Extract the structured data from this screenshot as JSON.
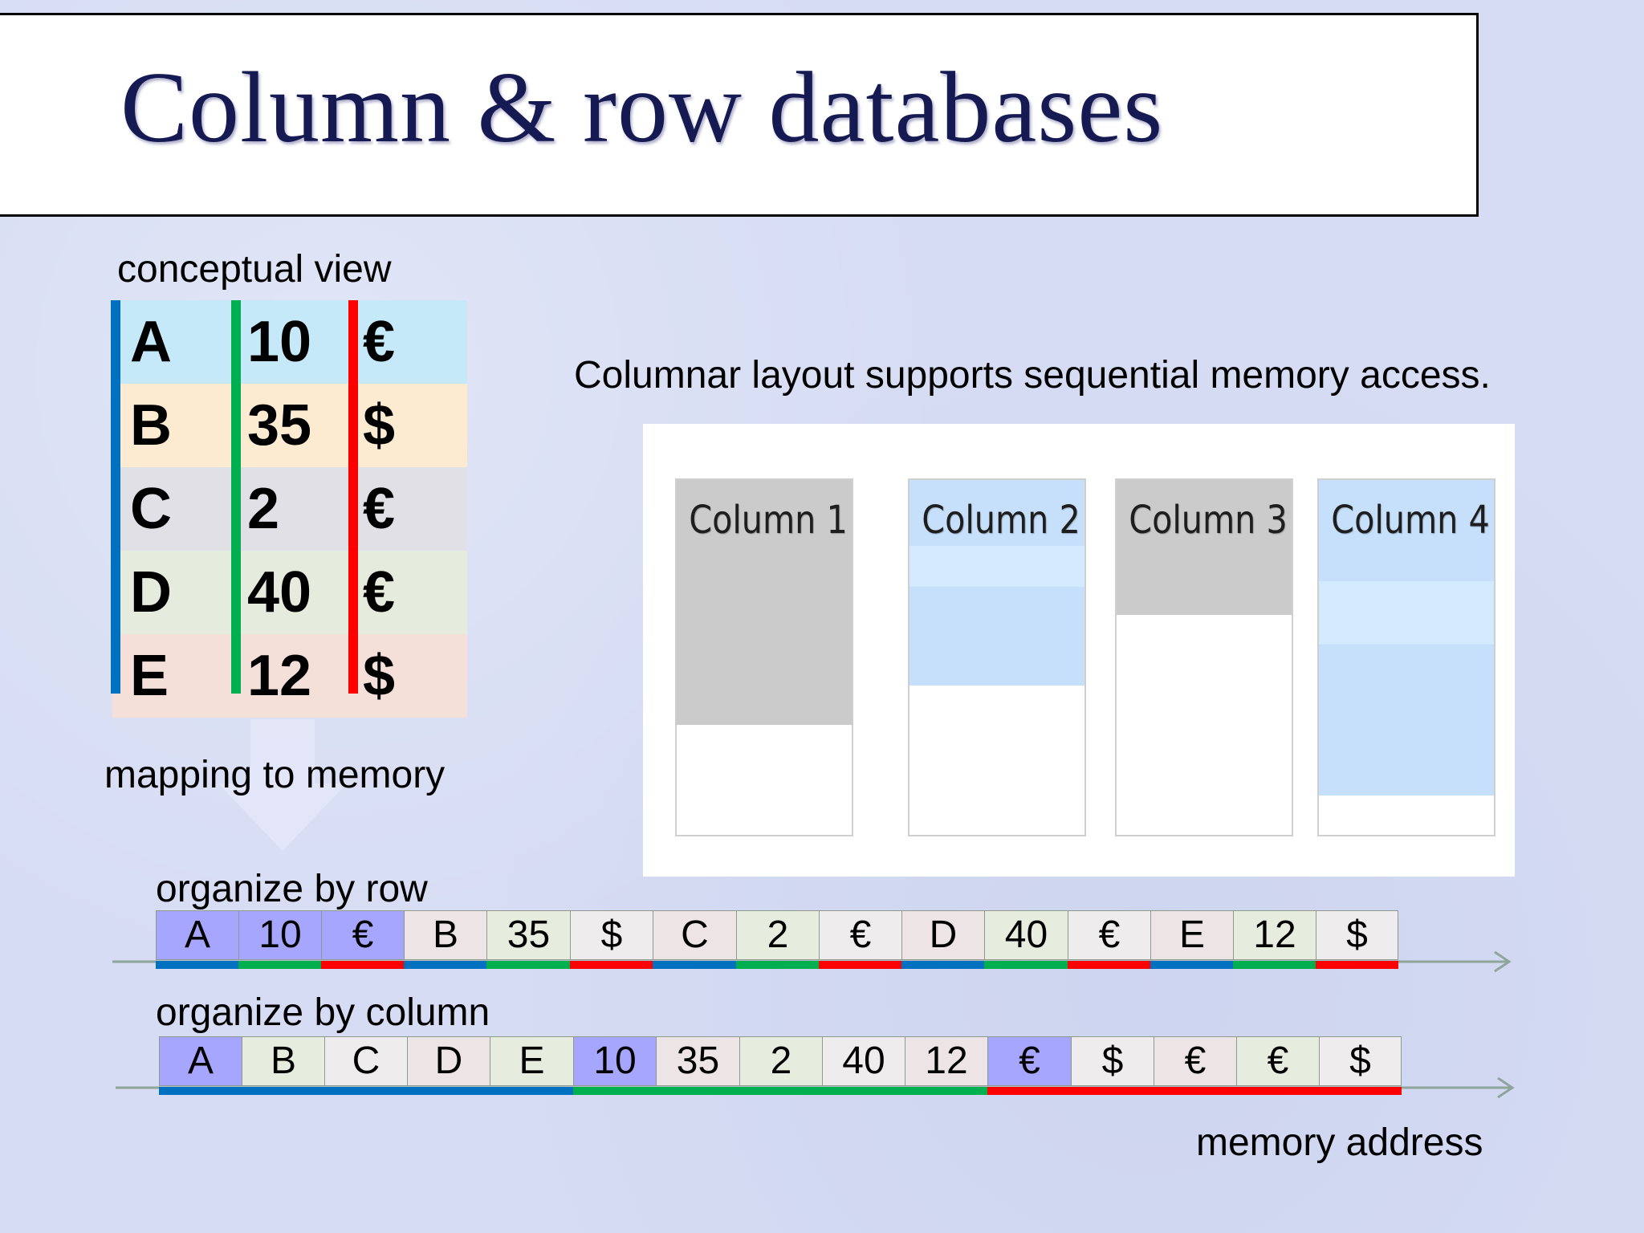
{
  "title": "Column & row databases",
  "labels": {
    "conceptual_view": "conceptual view",
    "mapping_to_memory": "mapping to memory",
    "columnar_caption": "Columnar layout supports sequential memory access.",
    "organize_by_row": "organize by row",
    "organize_by_column": "organize by column",
    "memory_address": "memory address"
  },
  "colors": {
    "col1": "#0070c0",
    "col2": "#00b050",
    "col3": "#ff0000",
    "highlight": "#a6a6ff"
  },
  "conceptual_table": {
    "rows": [
      {
        "name": "A",
        "value": "10",
        "currency": "€",
        "bg": "#c5e9f8"
      },
      {
        "name": "B",
        "value": "35",
        "currency": "$",
        "bg": "#fcebd0"
      },
      {
        "name": "C",
        "value": "2",
        "currency": "€",
        "bg": "#e0e0e6"
      },
      {
        "name": "D",
        "value": "40",
        "currency": "€",
        "bg": "#e6ecdd"
      },
      {
        "name": "E",
        "value": "12",
        "currency": "$",
        "bg": "#f4dfd9"
      }
    ]
  },
  "columns_figure": {
    "columns": [
      {
        "label": "Column 1",
        "fill": "gray",
        "filled_fraction": 0.69
      },
      {
        "label": "Column 2",
        "fill": "blue",
        "filled_fraction": 0.58
      },
      {
        "label": "Column 3",
        "fill": "gray",
        "filled_fraction": 0.38
      },
      {
        "label": "Column 4",
        "fill": "blue",
        "filled_fraction": 0.89
      }
    ]
  },
  "row_layout": {
    "cells": [
      {
        "text": "A",
        "col": 1,
        "highlight": true
      },
      {
        "text": "10",
        "col": 2,
        "highlight": true
      },
      {
        "text": "€",
        "col": 3,
        "highlight": true
      },
      {
        "text": "B",
        "col": 1
      },
      {
        "text": "35",
        "col": 2
      },
      {
        "text": "$",
        "col": 3
      },
      {
        "text": "C",
        "col": 1
      },
      {
        "text": "2",
        "col": 2
      },
      {
        "text": "€",
        "col": 3
      },
      {
        "text": "D",
        "col": 1
      },
      {
        "text": "40",
        "col": 2
      },
      {
        "text": "€",
        "col": 3
      },
      {
        "text": "E",
        "col": 1
      },
      {
        "text": "12",
        "col": 2
      },
      {
        "text": "$",
        "col": 3
      }
    ]
  },
  "column_layout": {
    "cells": [
      {
        "text": "A",
        "col": 1,
        "highlight": true
      },
      {
        "text": "B",
        "col": 1
      },
      {
        "text": "C",
        "col": 1
      },
      {
        "text": "D",
        "col": 1
      },
      {
        "text": "E",
        "col": 1
      },
      {
        "text": "10",
        "col": 2,
        "highlight": true
      },
      {
        "text": "35",
        "col": 2
      },
      {
        "text": "2",
        "col": 2
      },
      {
        "text": "40",
        "col": 2
      },
      {
        "text": "12",
        "col": 2
      },
      {
        "text": "€",
        "col": 3,
        "highlight": true
      },
      {
        "text": "$",
        "col": 3
      },
      {
        "text": "€",
        "col": 3
      },
      {
        "text": "€",
        "col": 3
      },
      {
        "text": "$",
        "col": 3
      }
    ]
  }
}
